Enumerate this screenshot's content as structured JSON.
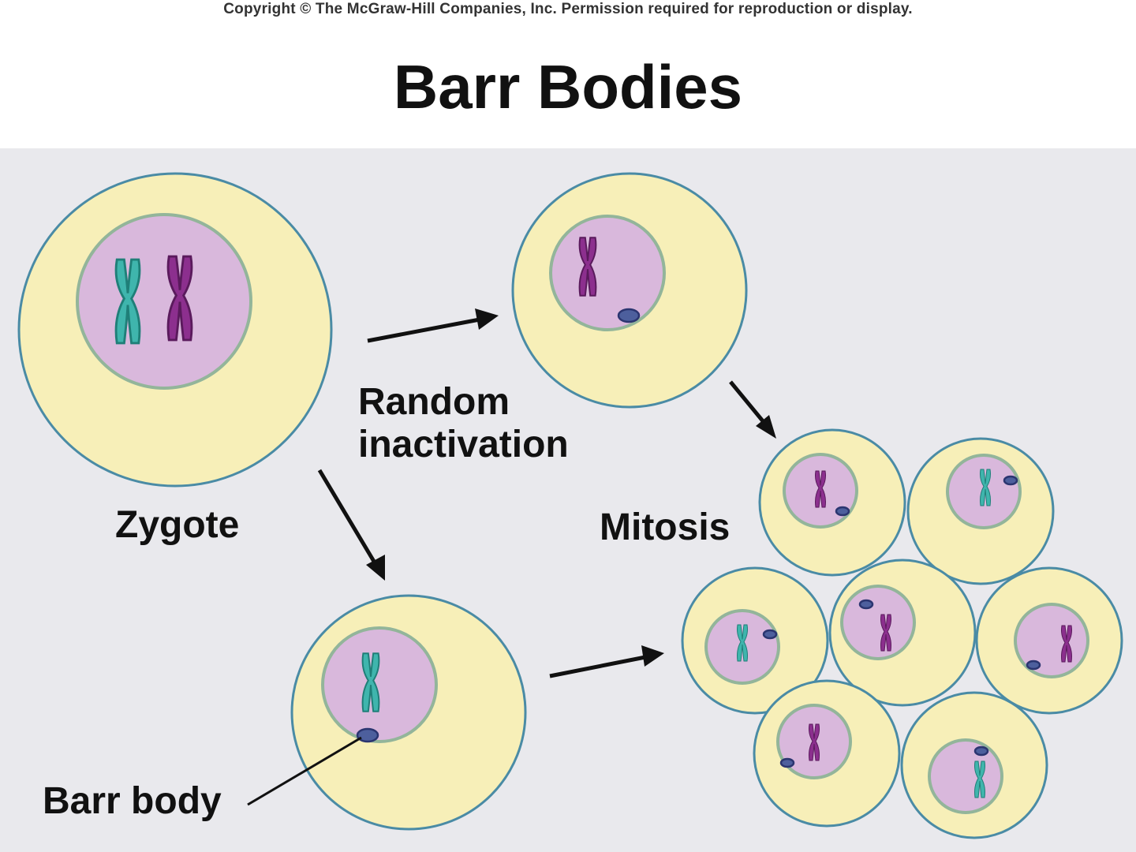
{
  "header": {
    "copyright": "Copyright © The McGraw-Hill Companies, Inc. Permission required for reproduction or display.",
    "title": "Barr Bodies"
  },
  "labels": {
    "zygote": "Zygote",
    "random_inactivation_line1": "Random",
    "random_inactivation_line2": "inactivation",
    "mitosis": "Mitosis",
    "barr_body": "Barr body"
  },
  "colors": {
    "cytoplasm": "#f7efb8",
    "cell_outline": "#4a8ba5",
    "nucleus": "#d9b8dc",
    "nucleus_outline": "#93b59a",
    "x_chromosome_teal": "#3fb5ad",
    "x_chromosome_purple": "#8c2f8e",
    "barr_body": "#4d5f9d",
    "background_panel": "#e9e9ed"
  }
}
